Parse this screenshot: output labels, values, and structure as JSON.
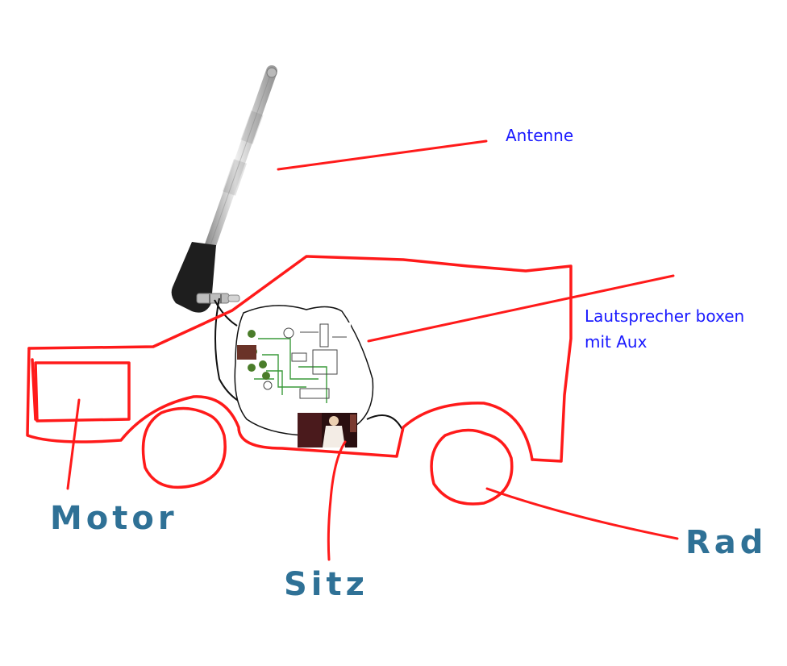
{
  "labels": {
    "antenne": "Antenne",
    "lautsprecher_line1": "Lautsprecher boxen",
    "lautsprecher_line2": "mit Aux",
    "motor": "Motor",
    "sitz": "Sitz",
    "rad": "Rad"
  },
  "colors": {
    "sketch_red": "#ff1a1a",
    "label_blue": "#1a1aff",
    "label_teal": "#2f7196",
    "wire_black": "#111111",
    "antenna_silver": "#c8c8c8",
    "antenna_handle": "#1e1e1e",
    "circuit_green": "#3a9a3a"
  },
  "icons": {
    "antenna": "telescopic-antenna-with-jack-plug",
    "speaker": "speaker-circuit-board",
    "seat_photo": "singer-photo"
  }
}
